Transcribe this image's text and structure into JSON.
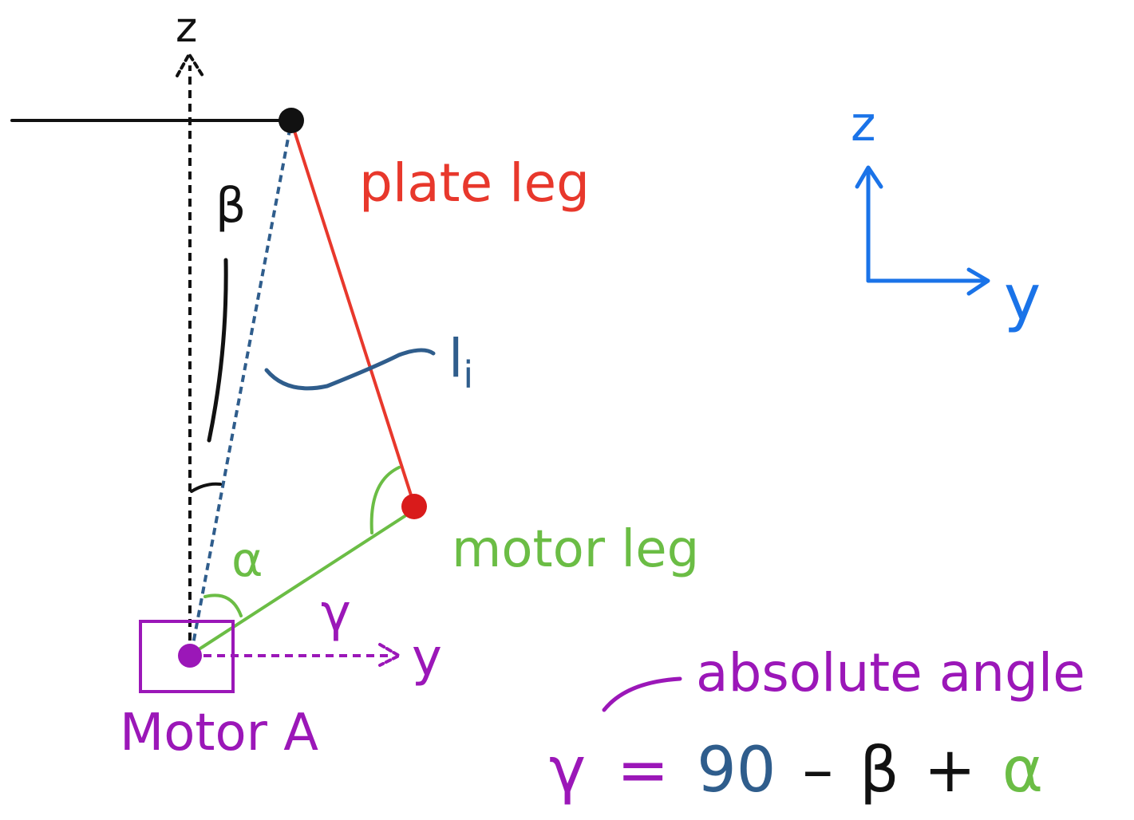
{
  "colors": {
    "black": "#111111",
    "plate_leg": "#e8382c",
    "motor_leg": "#6bbd45",
    "motor": "#9b17b8",
    "axes": "#1a73e8",
    "length": "#2f5d8c"
  },
  "labels": {
    "z_top": "z",
    "beta": "β",
    "plate_leg": "plate leg",
    "length_symbol": "l",
    "length_subscript": "i",
    "motor_leg": "motor leg",
    "alpha": "α",
    "gamma": "γ",
    "y_motor": "y",
    "motor_name": "Motor A",
    "axes_z": "z",
    "axes_y": "y",
    "absolute_angle": "absolute angle"
  },
  "equation": {
    "gamma": "γ",
    "equals": "=",
    "ninety": "90",
    "minus": "–",
    "beta": "β",
    "plus": "+",
    "alpha": "α"
  }
}
